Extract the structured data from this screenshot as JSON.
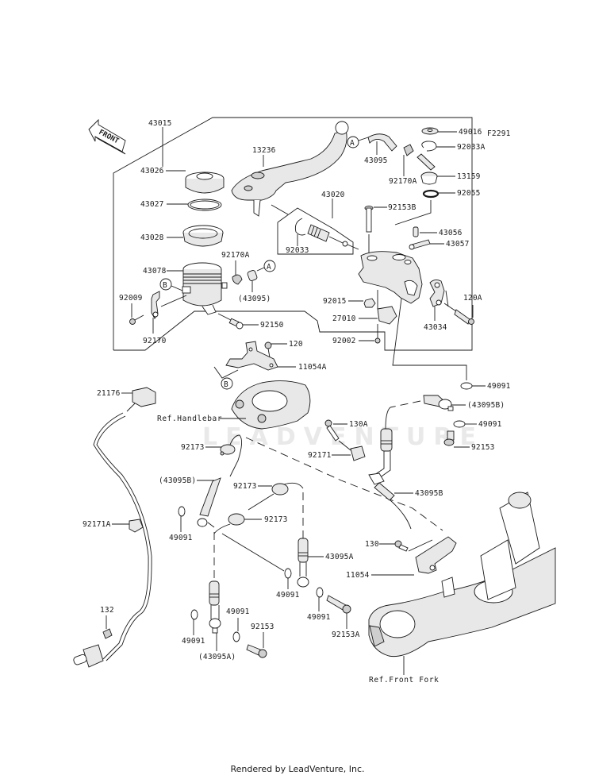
{
  "diagram": {
    "figure_code": "F2291",
    "front_arrow_text": "FRONT",
    "watermark": "LEADVENTURE",
    "callout_a": "A",
    "callout_b": "B",
    "labels": {
      "p43015": "43015",
      "p43026": "43026",
      "p43027": "43027",
      "p43028": "43028",
      "p43078": "43078",
      "p92009": "92009",
      "p92170": "92170",
      "p92170A_left": "92170A",
      "p43095_paren": "(43095)",
      "p92150": "92150",
      "p13236": "13236",
      "p43020": "43020",
      "p92033": "92033",
      "p43095": "43095",
      "p92170A_right": "92170A",
      "p49016": "49016",
      "p92033A": "92033A",
      "p13159": "13159",
      "p92055": "92055",
      "p92153B": "92153B",
      "p43056": "43056",
      "p43057": "43057",
      "p92015": "92015",
      "p27010": "27010",
      "p92002": "92002",
      "p43034": "43034",
      "p120A": "120A",
      "p120": "120",
      "p11054A": "11054A",
      "p21176": "21176",
      "ref_handlebar": "Ref.Handlebar",
      "p92173_a": "92173",
      "p43095B_paren_left": "(43095B)",
      "p92173_b": "92173",
      "p92173_c": "92173",
      "p92171A": "92171A",
      "p49091_a": "49091",
      "p49091_top": "49091",
      "p43095B_paren_right": "(43095B)",
      "p49091_right": "49091",
      "p92153": "92153",
      "p130A": "130A",
      "p92171": "92171",
      "p43095B": "43095B",
      "p43095A": "43095A",
      "p49091_mid": "49091",
      "p49091_b": "49091",
      "p130": "130",
      "p11054": "11054",
      "p132": "132",
      "p49091_c": "49091",
      "p49091_d": "49091",
      "p92153_bottom": "92153",
      "p92153A": "92153A",
      "p43095A_paren": "(43095A)",
      "ref_front_fork": "Ref.Front Fork"
    }
  },
  "footer": {
    "text": "Rendered by LeadVenture, Inc."
  }
}
